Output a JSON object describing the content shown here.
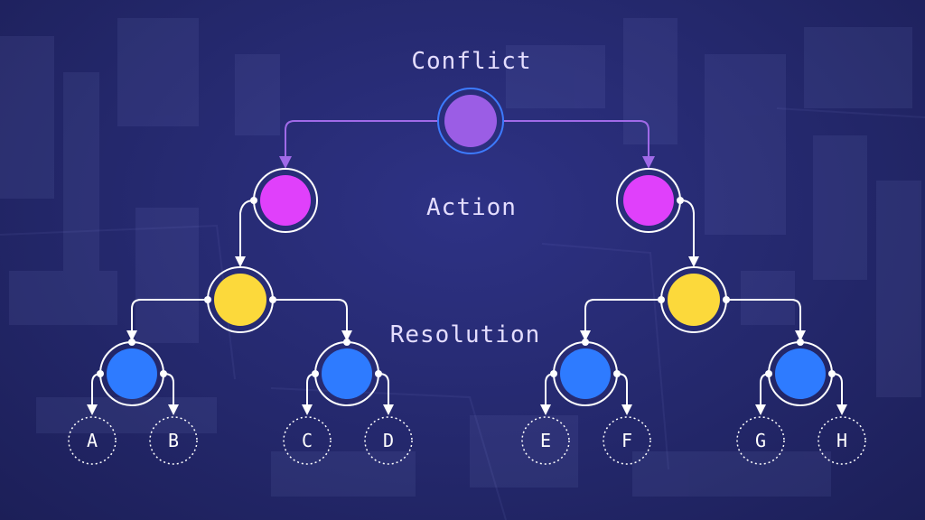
{
  "levels": {
    "conflict": "Conflict",
    "action": "Action",
    "resolution": "Resolution"
  },
  "leaves": [
    "A",
    "B",
    "C",
    "D",
    "E",
    "F",
    "G",
    "H"
  ],
  "colors": {
    "conflict": "#9b5de5",
    "action": "#e040fb",
    "pivot": "#fcd93b",
    "resolution": "#2e7bff",
    "purple_line": "#a06ae8",
    "white_line": "#ffffff",
    "conflict_ring": "#3d7bff"
  }
}
